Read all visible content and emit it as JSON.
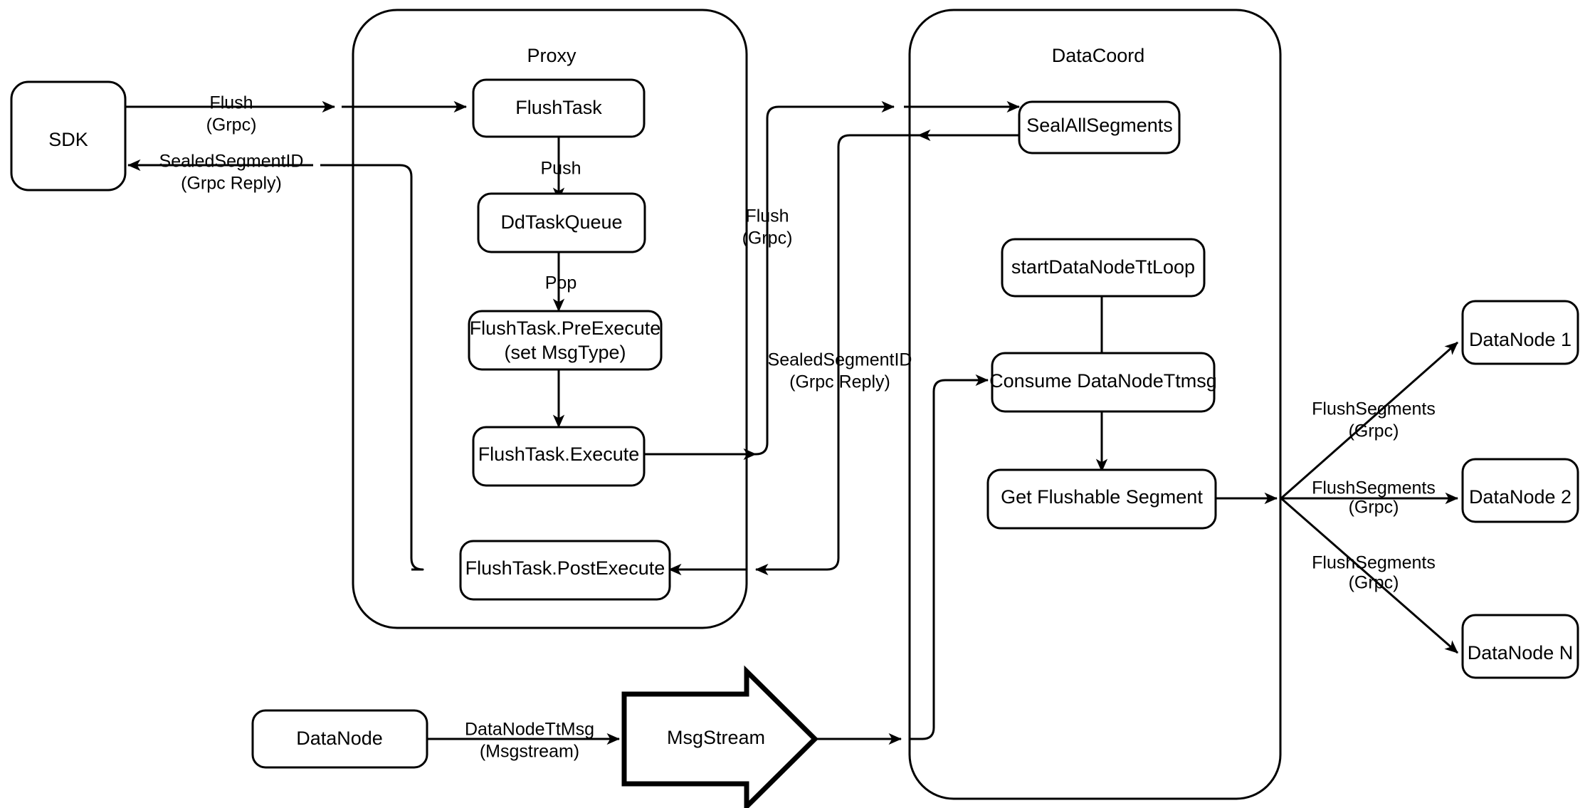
{
  "diagram": {
    "title": "Milvus Flush Sequence Architecture",
    "colors": {
      "stroke": "#000000",
      "fill": "#ffffff",
      "background": "#ffffff"
    }
  },
  "containers": [
    {
      "id": "proxy",
      "label": "Proxy"
    },
    {
      "id": "datacoord",
      "label": "DataCoord"
    }
  ],
  "nodes": {
    "sdk": {
      "label": "SDK"
    },
    "flush_task": {
      "label": "FlushTask"
    },
    "dd_task_queue": {
      "label": "DdTaskQueue"
    },
    "pre_execute_line1": {
      "label": "FlushTask.PreExecute"
    },
    "pre_execute_line2": {
      "label": "(set MsgType)"
    },
    "execute": {
      "label": "FlushTask.Execute"
    },
    "post_execute": {
      "label": "FlushTask.PostExecute"
    },
    "seal_all_segments": {
      "label": "SealAllSegments"
    },
    "start_tt_loop": {
      "label": "startDataNodeTtLoop"
    },
    "consume_tt_msg": {
      "label": "Consume DataNodeTtmsg"
    },
    "get_flushable_segment": {
      "label": "Get Flushable Segment"
    },
    "datanode_1": {
      "label": "DataNode 1"
    },
    "datanode_2": {
      "label": "DataNode 2"
    },
    "datanode_n": {
      "label": "DataNode N"
    },
    "datanode_source": {
      "label": "DataNode"
    },
    "msgstream": {
      "label": "MsgStream"
    }
  },
  "edge_labels": {
    "sdk_to_proxy_l1": "Flush",
    "sdk_to_proxy_l2": "(Grpc)",
    "proxy_to_sdk_l1": "SealedSegmentID",
    "proxy_to_sdk_l2": "(Grpc Reply)",
    "push": "Push",
    "pop": "Pop",
    "proxy_to_datacoord_l1": "Flush",
    "proxy_to_datacoord_l2": "(Grpc)",
    "datacoord_to_proxy_l1": "SealedSegmentID",
    "datacoord_to_proxy_l2": "(Grpc Reply)",
    "flush_segments_1_l1": "FlushSegments",
    "flush_segments_1_l2": "(Grpc)",
    "flush_segments_2_l1": "FlushSegments",
    "flush_segments_2_l2": "(Grpc)",
    "flush_segments_n_l1": "FlushSegments",
    "flush_segments_n_l2": "(Grpc)",
    "datanode_tt_msg_l1": "DataNodeTtMsg",
    "datanode_tt_msg_l2": "(Msgstream)"
  }
}
